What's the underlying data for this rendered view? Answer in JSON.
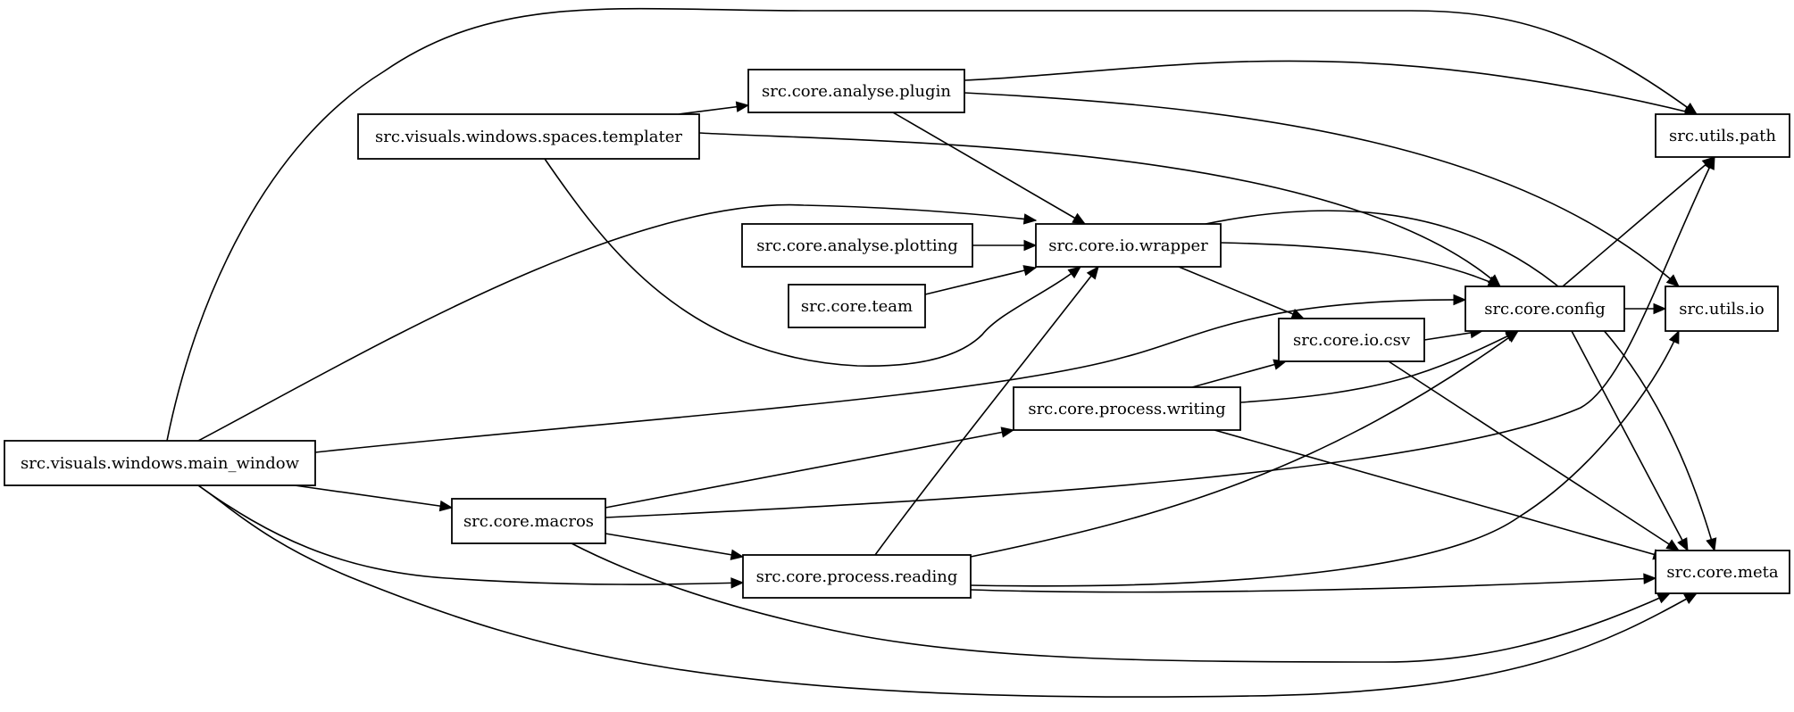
{
  "graph": {
    "nodes": [
      {
        "id": "main_window",
        "label": "src.visuals.windows.main_window"
      },
      {
        "id": "templater",
        "label": "src.visuals.windows.spaces.templater"
      },
      {
        "id": "analyse_plugin",
        "label": "src.core.analyse.plugin"
      },
      {
        "id": "analyse_plotting",
        "label": "src.core.analyse.plotting"
      },
      {
        "id": "team",
        "label": "src.core.team"
      },
      {
        "id": "io_wrapper",
        "label": "src.core.io.wrapper"
      },
      {
        "id": "io_csv",
        "label": "src.core.io.csv"
      },
      {
        "id": "process_writing",
        "label": "src.core.process.writing"
      },
      {
        "id": "macros",
        "label": "src.core.macros"
      },
      {
        "id": "process_reading",
        "label": "src.core.process.reading"
      },
      {
        "id": "config",
        "label": "src.core.config"
      },
      {
        "id": "utils_path",
        "label": "src.utils.path"
      },
      {
        "id": "utils_io",
        "label": "src.utils.io"
      },
      {
        "id": "meta",
        "label": "src.core.meta"
      }
    ],
    "edges": [
      {
        "from": "main_window",
        "to": "utils_path"
      },
      {
        "from": "main_window",
        "to": "io_wrapper"
      },
      {
        "from": "main_window",
        "to": "config"
      },
      {
        "from": "main_window",
        "to": "macros"
      },
      {
        "from": "main_window",
        "to": "process_reading"
      },
      {
        "from": "main_window",
        "to": "meta"
      },
      {
        "from": "templater",
        "to": "analyse_plugin"
      },
      {
        "from": "templater",
        "to": "config"
      },
      {
        "from": "templater",
        "to": "io_wrapper"
      },
      {
        "from": "analyse_plugin",
        "to": "utils_path"
      },
      {
        "from": "analyse_plugin",
        "to": "utils_io"
      },
      {
        "from": "analyse_plugin",
        "to": "io_wrapper"
      },
      {
        "from": "analyse_plotting",
        "to": "io_wrapper"
      },
      {
        "from": "team",
        "to": "io_wrapper"
      },
      {
        "from": "io_wrapper",
        "to": "config"
      },
      {
        "from": "io_wrapper",
        "to": "io_csv"
      },
      {
        "from": "io_wrapper",
        "to": "meta"
      },
      {
        "from": "io_csv",
        "to": "config"
      },
      {
        "from": "io_csv",
        "to": "meta"
      },
      {
        "from": "process_writing",
        "to": "io_csv"
      },
      {
        "from": "process_writing",
        "to": "config"
      },
      {
        "from": "process_writing",
        "to": "meta"
      },
      {
        "from": "macros",
        "to": "process_writing"
      },
      {
        "from": "macros",
        "to": "utils_path"
      },
      {
        "from": "macros",
        "to": "process_reading"
      },
      {
        "from": "macros",
        "to": "meta"
      },
      {
        "from": "process_reading",
        "to": "io_wrapper"
      },
      {
        "from": "process_reading",
        "to": "config"
      },
      {
        "from": "process_reading",
        "to": "utils_io"
      },
      {
        "from": "process_reading",
        "to": "meta"
      },
      {
        "from": "config",
        "to": "utils_path"
      },
      {
        "from": "config",
        "to": "utils_io"
      },
      {
        "from": "config",
        "to": "meta"
      }
    ]
  }
}
